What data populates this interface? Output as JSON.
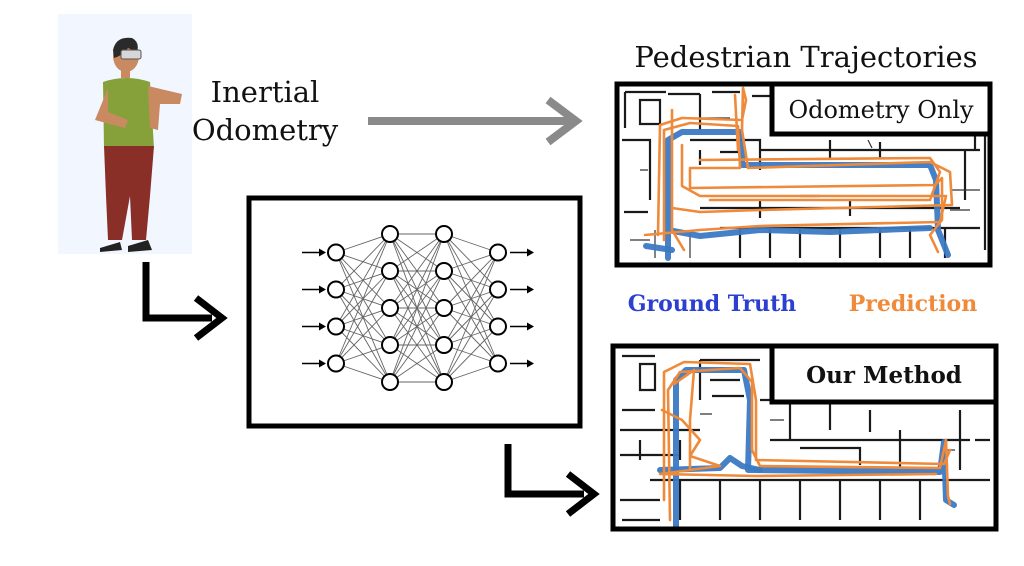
{
  "inputs": {
    "modality_label_line1": "Inertial",
    "modality_label_line2": "Odometry"
  },
  "output_panel": {
    "title": "Pedestrian Trajectories",
    "top_map_label": "Odometry Only",
    "bottom_map_label": "Our Method"
  },
  "legend": {
    "ground_truth": "Ground Truth",
    "prediction": "Prediction"
  },
  "colors": {
    "ground_truth": "#3c7ac4",
    "ground_truth_text": "#2b3fd1",
    "prediction": "#ef8a3a",
    "prediction_text": "#ef8a3a",
    "arrow_gray": "#8a8a8a",
    "frame": "#000000"
  },
  "network": {
    "layer_sizes": [
      4,
      5,
      5,
      4
    ]
  }
}
